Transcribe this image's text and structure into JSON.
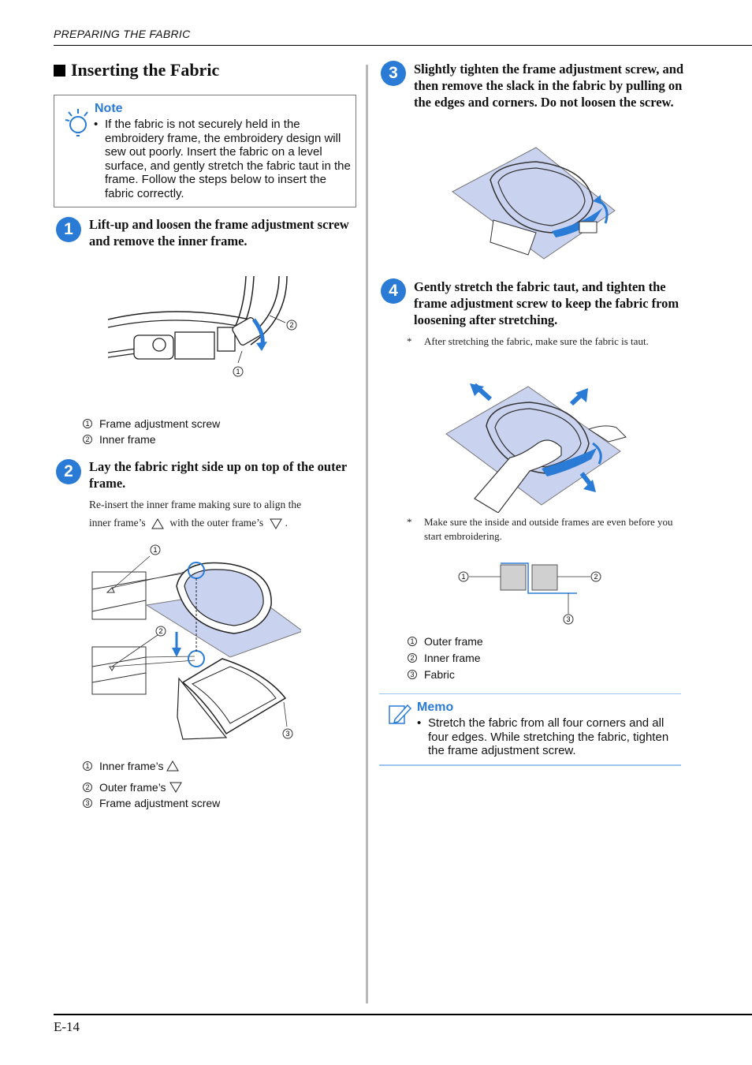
{
  "header": {
    "running_title": "PREPARING THE FABRIC"
  },
  "footer": {
    "page_number": "E-14"
  },
  "section": {
    "title": "Inserting the Fabric"
  },
  "note": {
    "title": "Note",
    "bullet": "If the fabric is not securely held in the embroidery frame, the embroidery design will sew out poorly. Insert the fabric on a level surface, and gently stretch the fabric taut in the frame. Follow the steps below to insert the fabric correctly."
  },
  "steps": [
    {
      "number": "1",
      "text": "Lift-up and loosen the frame adjustment screw and remove the inner frame."
    },
    {
      "number": "2",
      "text": "Lay the fabric right side up on top of the outer frame.",
      "body_a": "Re-insert the inner frame making sure to align the",
      "body_b": "inner frame’s",
      "body_c": "with the outer frame’s",
      "body_d": "."
    },
    {
      "number": "3",
      "text": "Slightly tighten the frame adjustment screw, and then remove the slack in the fabric by pulling on the edges and corners. Do not loosen the screw."
    },
    {
      "number": "4",
      "text": "Gently stretch the fabric taut, and tighten the frame adjustment screw to keep the fabric from loosening after stretching."
    }
  ],
  "fig1": {
    "captions": [
      "Frame adjustment screw",
      "Inner frame"
    ],
    "callouts": [
      "1",
      "2"
    ]
  },
  "fig2": {
    "captions": [
      "Inner frame’s",
      "Outer frame’s",
      "Frame adjustment screw"
    ],
    "callouts": [
      "1",
      "2",
      "3"
    ]
  },
  "fig4": {
    "note_a": "After stretching the fabric, make sure the fabric is taut.",
    "note_b": "Make sure the inside and outside frames are even before you start embroidering.",
    "star": "*"
  },
  "fig5": {
    "captions": [
      "Outer frame",
      "Inner frame",
      "Fabric"
    ],
    "callouts": [
      "1",
      "2",
      "3"
    ]
  },
  "memo": {
    "title": "Memo",
    "bullet": "Stretch the fabric from all four corners and all four edges. While stretching the fabric, tighten the frame adjustment screw."
  },
  "colors": {
    "accent": "#2a7bd6",
    "fabric": "#c9d3ef",
    "divider": "#b9b9b9"
  },
  "icons": {
    "note": "lightbulb-icon",
    "memo": "pencil-note-icon",
    "bullet": "•"
  }
}
